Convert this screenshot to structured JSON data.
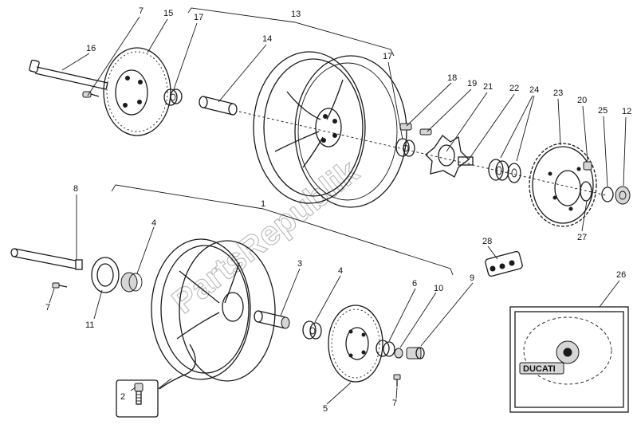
{
  "watermark": "PartsRepublik",
  "logo_text": "DUCATI",
  "callouts": {
    "c1": "1",
    "c2": "2",
    "c3": "3",
    "c4a": "4",
    "c4b": "4",
    "c5": "5",
    "c6": "6",
    "c7a": "7",
    "c7b": "7",
    "c7c": "7",
    "c8": "8",
    "c9": "9",
    "c10": "10",
    "c11": "11",
    "c12": "12",
    "c13": "13",
    "c14": "14",
    "c15": "15",
    "c16": "16",
    "c17a": "17",
    "c17b": "17",
    "c18": "18",
    "c19": "19",
    "c20": "20",
    "c21": "21",
    "c22": "22",
    "c23": "23",
    "c24": "24",
    "c25": "25",
    "c26": "26",
    "c27": "27",
    "c28": "28"
  }
}
